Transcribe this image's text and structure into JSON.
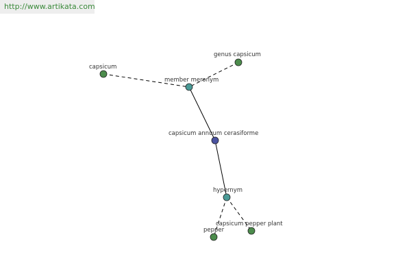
{
  "watermark": {
    "text": "http://www.artikata.com",
    "color": "#3a8a3a"
  },
  "colors": {
    "leaf": "#4c8c4c",
    "relation": "#4a9a96",
    "root": "#4a52a0"
  },
  "diagram": {
    "nodes": [
      {
        "id": "capsicum",
        "label": "capsicum",
        "kind": "leaf"
      },
      {
        "id": "genus-capsicum",
        "label": "genus capsicum",
        "kind": "leaf"
      },
      {
        "id": "member-meronym",
        "label": "member meronym",
        "kind": "relation"
      },
      {
        "id": "capsicum-annuum-cerasiforme",
        "label": "capsicum annuum cerasiforme",
        "kind": "root"
      },
      {
        "id": "hypernym",
        "label": "hypernym",
        "kind": "relation"
      },
      {
        "id": "pepper",
        "label": "pepper",
        "kind": "leaf"
      },
      {
        "id": "capsicum-pepper-plant",
        "label": "capsicum pepper plant",
        "kind": "leaf"
      }
    ],
    "edges": [
      {
        "from": "capsicum",
        "to": "member-meronym",
        "style": "dashed"
      },
      {
        "from": "genus-capsicum",
        "to": "member-meronym",
        "style": "dashed"
      },
      {
        "from": "member-meronym",
        "to": "capsicum-annuum-cerasiforme",
        "style": "solid"
      },
      {
        "from": "capsicum-annuum-cerasiforme",
        "to": "hypernym",
        "style": "solid"
      },
      {
        "from": "hypernym",
        "to": "pepper",
        "style": "dashed"
      },
      {
        "from": "hypernym",
        "to": "capsicum-pepper-plant",
        "style": "dashed"
      }
    ]
  }
}
